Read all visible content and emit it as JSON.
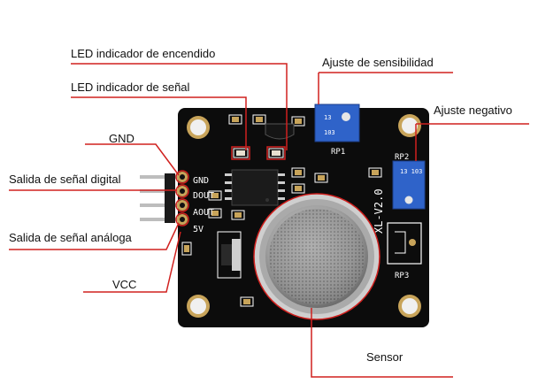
{
  "colors": {
    "callout_line": "#d0201e",
    "board": "#0c0c0c",
    "silkscreen": "#ffffff",
    "potentiometer": "#2f63c9",
    "gold": "#c8a45a",
    "mesh": "#9a9a9a"
  },
  "callouts": {
    "led_power": "LED indicador de encendido",
    "led_signal": "LED indicador de señal",
    "sensitivity": "Ajuste de sensibilidad",
    "negative": "Ajuste negativo",
    "gnd": "GND",
    "digital_out": "Salida de señal  digital",
    "analog_out": "Salida de señal análoga",
    "vcc": "VCC",
    "sensor": "Sensor"
  },
  "board": {
    "pin_gnd": "GND",
    "pin_dout": "DOUT",
    "pin_aout": "AOUT",
    "pin_5v": "5V",
    "rp1": "RP1",
    "rp2": "RP2",
    "rp3": "RP3",
    "model": "XL-V2.0",
    "pot_top_mark": "13",
    "pot_bottom_mark": "103",
    "pot2_mark": "13 103"
  }
}
